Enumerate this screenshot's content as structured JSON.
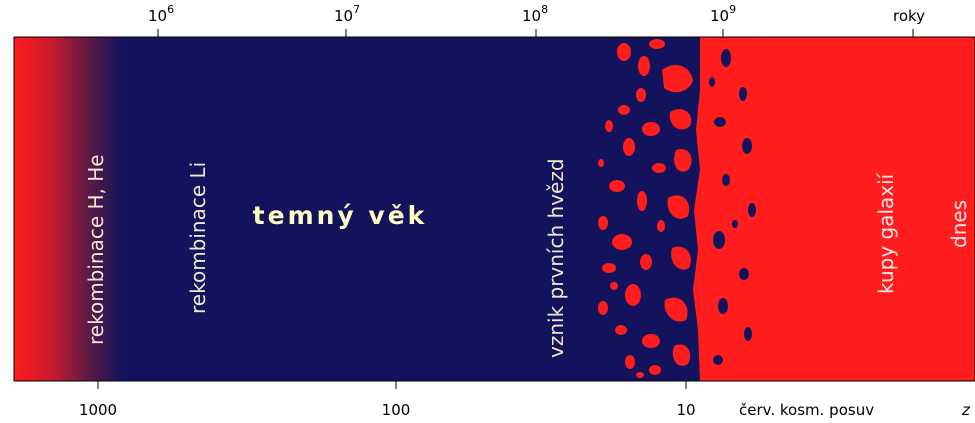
{
  "colors": {
    "background": "#ffffff",
    "dark_age": "#12135c",
    "luminous": "#ff1d1d",
    "recombination_text": "#f0e8d0",
    "dark_age_text": "#fffcc0",
    "red_region_text": "#ffe6e6",
    "axis": "#000000"
  },
  "top_axis": {
    "ticks": [
      {
        "base": "10",
        "exp": "6"
      },
      {
        "base": "10",
        "exp": "7"
      },
      {
        "base": "10",
        "exp": "8"
      },
      {
        "base": "10",
        "exp": "9"
      }
    ],
    "unit": "roky"
  },
  "bottom_axis": {
    "ticks": [
      "1000",
      "100",
      "10"
    ],
    "title": "červ. kosm. posuv",
    "variable": "z"
  },
  "labels": {
    "recombination_h_he": "rekombinace H, He",
    "recombination_li": "rekombinace Li",
    "dark_age": "temný věk",
    "first_stars": "vznik prvních hvězd",
    "galaxy_clusters": "kupy galaxií",
    "today": "dnes"
  }
}
